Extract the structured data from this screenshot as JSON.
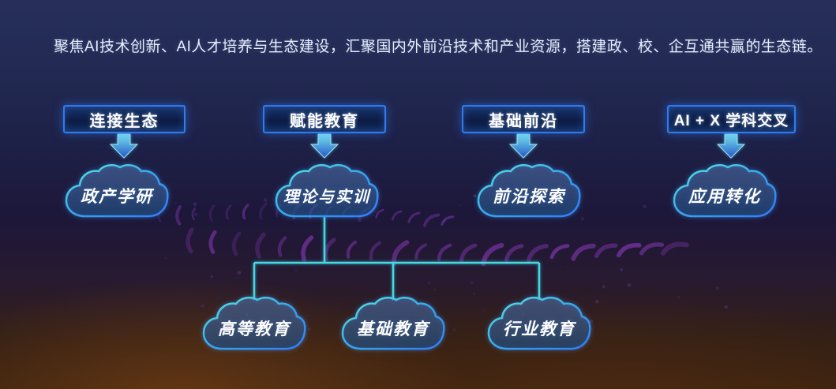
{
  "header": {
    "text": "聚焦AI技术创新、AI人才培养与生态建设，汇聚国内外前沿技术和产业资源，搭建政、校、企互通共赢的生态链。"
  },
  "pillars": [
    {
      "label": "连接生态",
      "cloud": "政产学研"
    },
    {
      "label": "赋能教育",
      "cloud": "理论与实训"
    },
    {
      "label": "基础前沿",
      "cloud": "前沿探索"
    },
    {
      "label": "AI + X 学科交叉",
      "cloud": "应用转化"
    }
  ],
  "education_branches": [
    {
      "label": "高等教育"
    },
    {
      "label": "基础教育"
    },
    {
      "label": "行业教育"
    }
  ],
  "colors": {
    "box_border_blue": "#2f7bf2",
    "top_connector_blue": "#2b6be0",
    "branch_line_cyan": "#45d9e2",
    "cloud_stroke_cyan": "#55ecd8",
    "cloud_stroke_blue": "#2f7bff",
    "arrow_light": "#7ae6ee",
    "arrow_dark": "#2257c9",
    "decor_purple": "#9b3fd1",
    "background_top": "#262f5a",
    "background_bottom": "#3a2310"
  }
}
